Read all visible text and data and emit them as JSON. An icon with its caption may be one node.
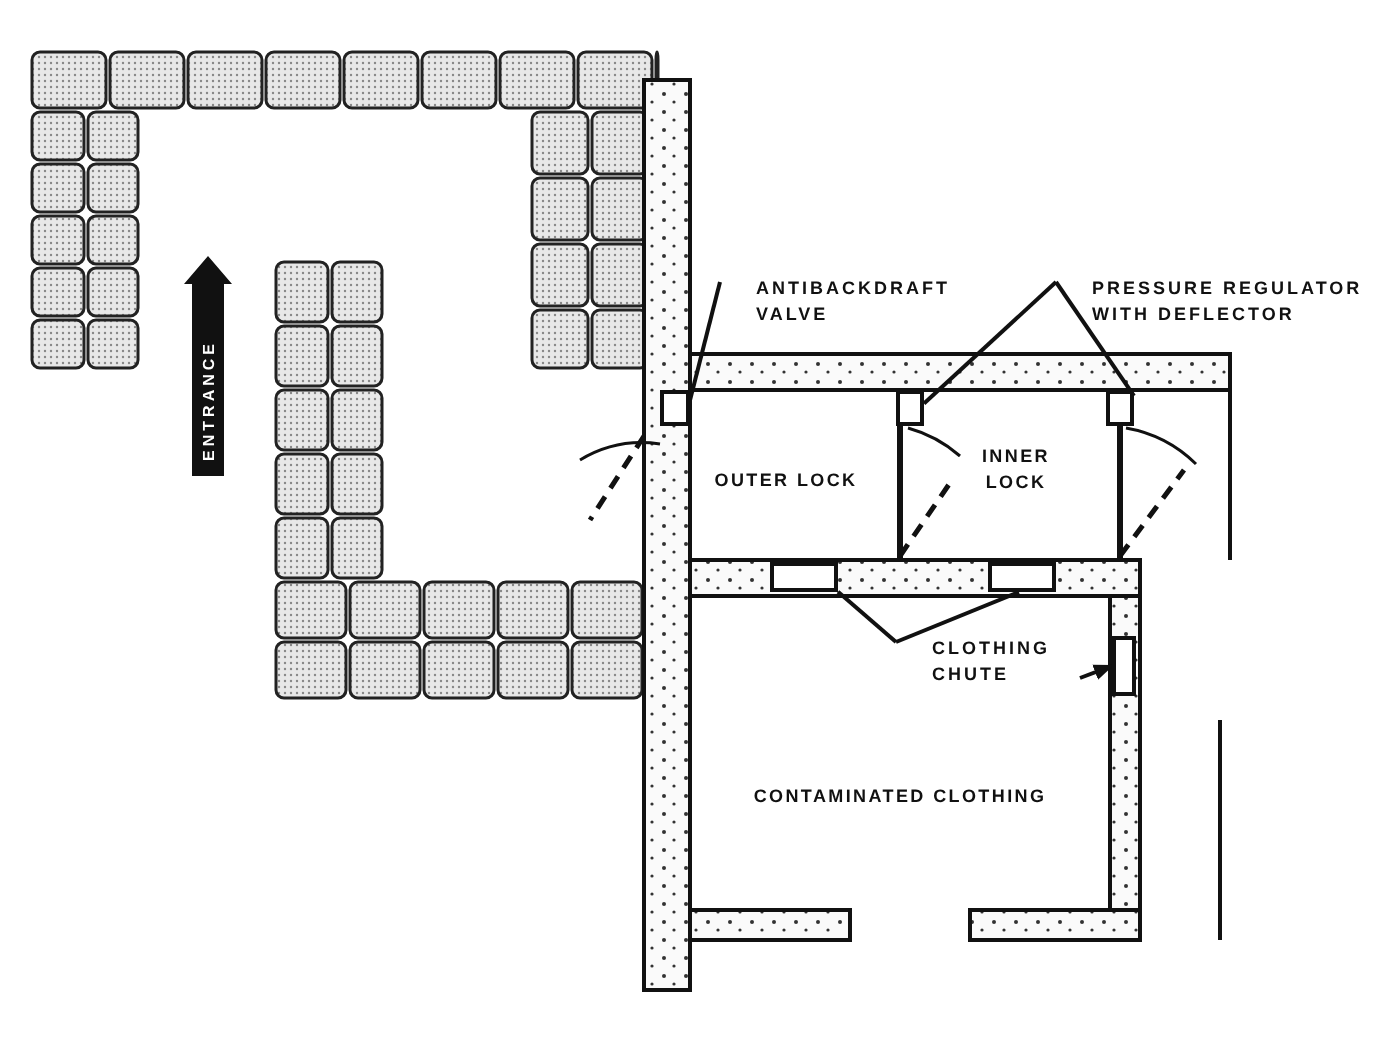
{
  "diagram": {
    "nodes": [
      {
        "text": [
          "ENTRANCE"
        ]
      },
      {
        "text": [
          "ANTIBACKDRAFT VALVE"
        ]
      },
      {
        "text": [],
        "shape": "box"
      },
      {
        "text": [
          "PRESSURE REGULATOR WITH DEFLECTOR"
        ]
      },
      {
        "text": [],
        "shape": "box"
      },
      {
        "text": [],
        "shape": "box"
      },
      {
        "text": [
          "OUTER LOCK"
        ]
      },
      {
        "text": [
          "INNER LOCK"
        ]
      },
      {
        "text": [
          "CLOTHING CHUTE"
        ]
      },
      {
        "text": [],
        "shape": "box"
      },
      {
        "text": [],
        "shape": "box"
      },
      {
        "text": [],
        "shape": "box"
      },
      {
        "text": [
          "CONTAMINATED CLOTHING"
        ]
      }
    ],
    "edges": [
      {
        "from": 1,
        "to": 2,
        "arrow": "none"
      },
      {
        "from": 3,
        "to": 4,
        "arrow": "none"
      },
      {
        "from": 3,
        "to": 5,
        "arrow": "none"
      },
      {
        "from": 8,
        "to": 9,
        "arrow": "none"
      },
      {
        "from": 8,
        "to": 10,
        "arrow": "none"
      },
      {
        "from": 8,
        "to": 11,
        "arrow": "to"
      }
    ]
  }
}
